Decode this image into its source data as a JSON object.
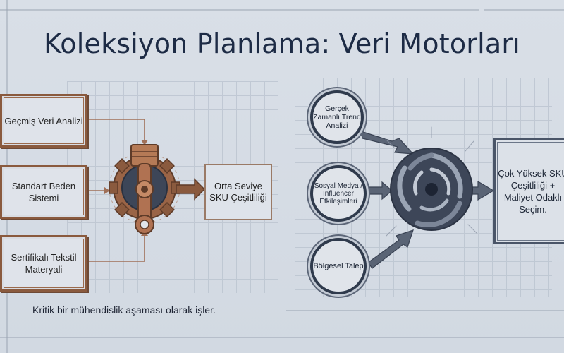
{
  "title": "Koleksiyon Planlama: Veri Motorları",
  "left": {
    "inputs": [
      "Geçmiş Veri Analizi",
      "Standart Beden Sistemi",
      "Sertifikalı Tekstil Materyali"
    ],
    "output": "Orta Seviye SKU Çeşitliliği",
    "footnote": "Kritik bir mühendislik aşaması olarak işler."
  },
  "right": {
    "inputs": [
      "Gerçek Zamanlı Trend Analizi",
      "Sosyal Medya / Influencer Etkileşimleri",
      "Bölgesel Talep"
    ],
    "output": "Çok Yüksek SKU Çeşitliliği + Maliyet Odaklı Seçim."
  },
  "colors": {
    "copper": "#8a5a3e",
    "navy": "#2f3a4c",
    "background": "#d6dce4"
  },
  "icons": [
    "gear-piston-icon",
    "vortex-icon"
  ]
}
